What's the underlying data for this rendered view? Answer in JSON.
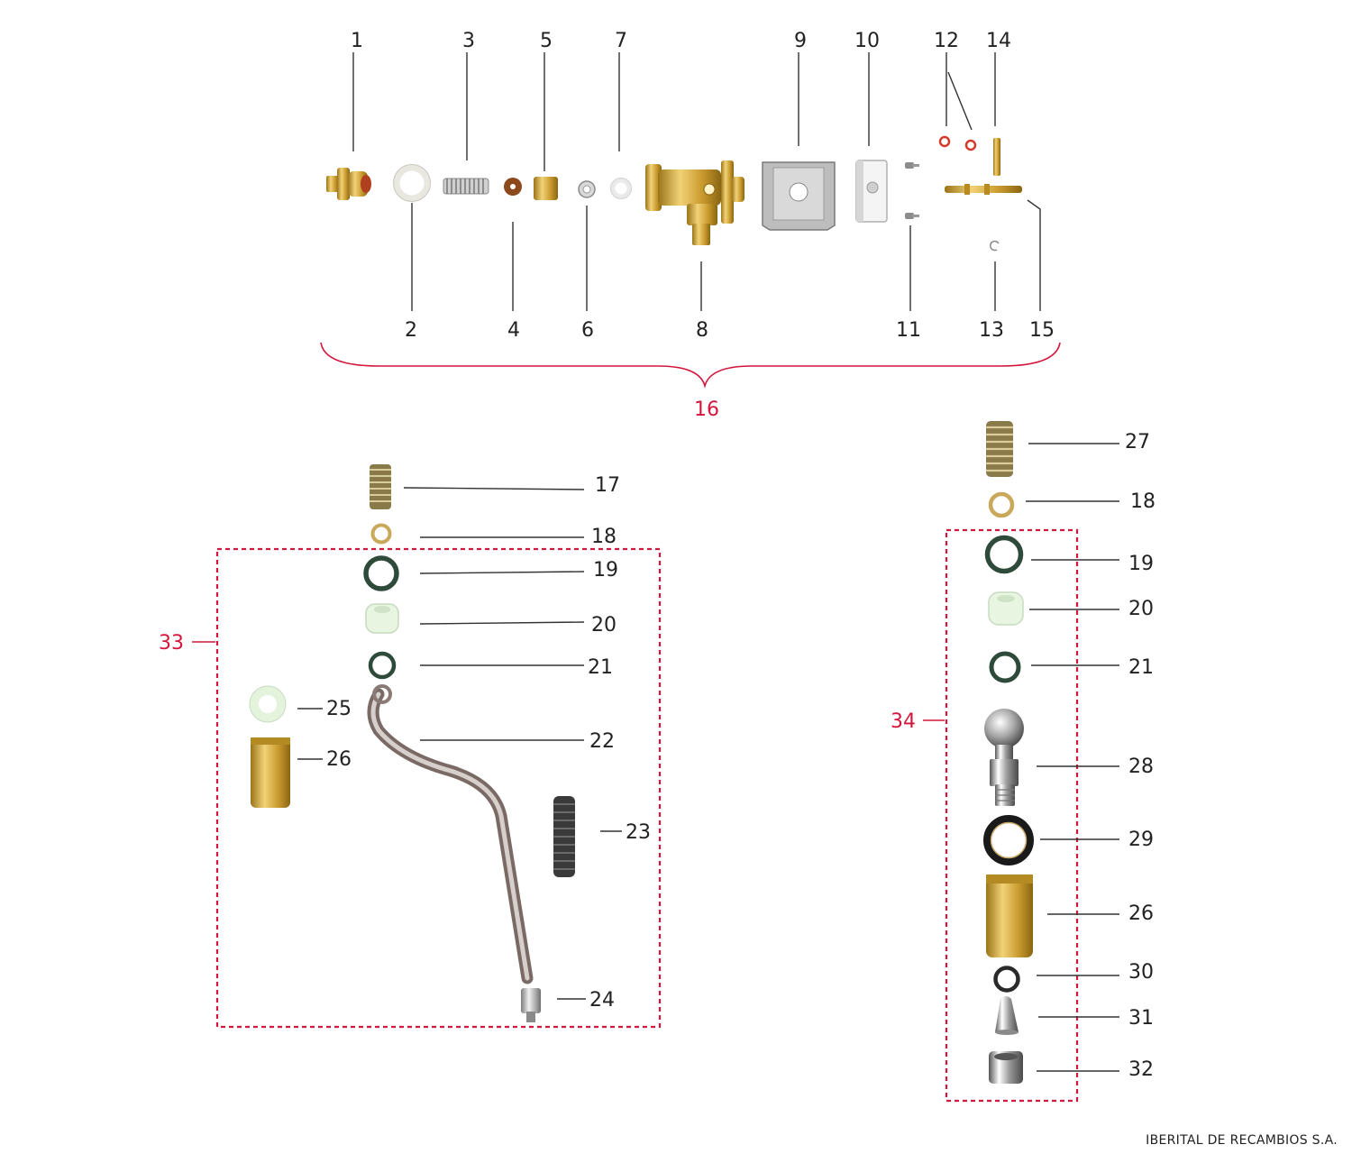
{
  "colors": {
    "accent": "#d2163c",
    "text": "#222222",
    "brass": "#c9a030",
    "steel": "#b8b8b8",
    "ptfe": "#e8f5e0",
    "oring": "#2e4a3a",
    "red_oring": "#d43a2a"
  },
  "labels": {
    "p1": "1",
    "p2": "2",
    "p3": "3",
    "p4": "4",
    "p5": "5",
    "p6": "6",
    "p7": "7",
    "p8": "8",
    "p9": "9",
    "p10": "10",
    "p11": "11",
    "p12": "12",
    "p13": "13",
    "p14": "14",
    "p15": "15",
    "p16": "16",
    "p17": "17",
    "p18": "18",
    "p19": "19",
    "p20": "20",
    "p21": "21",
    "p22": "22",
    "p23": "23",
    "p24": "24",
    "p25": "25",
    "p26": "26",
    "p27": "27",
    "p28": "28",
    "p29": "29",
    "p30": "30",
    "p31": "31",
    "p32": "32",
    "p33": "33",
    "p34": "34"
  },
  "footer": "IBERITAL DE RECAMBIOS S.A."
}
